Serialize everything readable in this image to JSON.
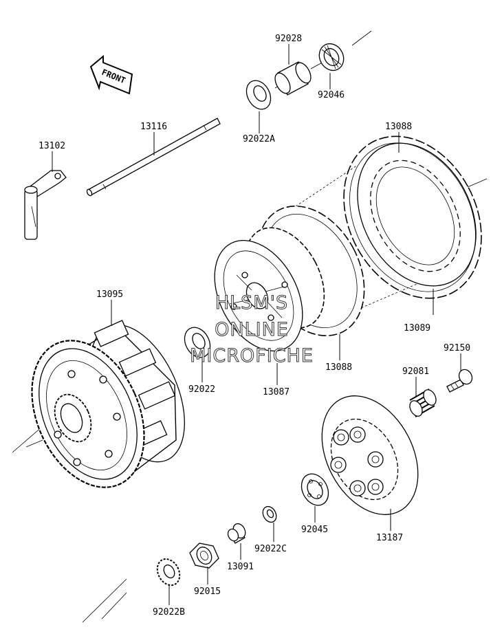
{
  "front_label": "FRONT",
  "watermark": [
    "HLSM'S",
    "ONLINE",
    "MICROFICHE"
  ],
  "labels": {
    "p92028": "92028",
    "p92046": "92046",
    "p92022A": "92022A",
    "p13116": "13116",
    "p13102": "13102",
    "p13088_top": "13088",
    "p13095": "13095",
    "p13089": "13089",
    "p92150": "92150",
    "p92022": "92022",
    "p13087": "13087",
    "p13088_mid": "13088",
    "p92081": "92081",
    "p92045": "92045",
    "p13187": "13187",
    "p92022C": "92022C",
    "p13091": "13091",
    "p92015": "92015",
    "p92022B": "92022B"
  }
}
